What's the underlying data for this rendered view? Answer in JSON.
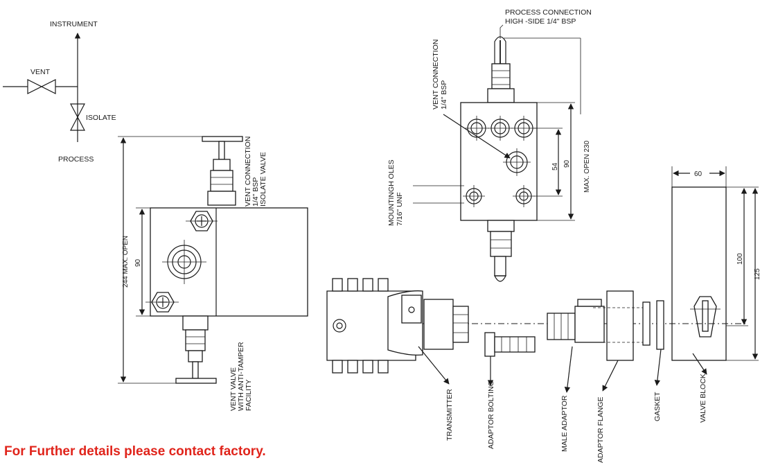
{
  "schematic": {
    "instrument": "INSTRUMENT",
    "vent": "VENT",
    "isolate": "ISOLATE",
    "process": "PROCESS"
  },
  "side_view": {
    "vent_connection": "VENT CONNECTION",
    "vent_connection_size": "1/4\" BSP",
    "isolate_valve": "ISOLATE VALVE",
    "dim_max_open": "244 MAX. OPEN",
    "dim_90": "90",
    "vent_valve_line1": "VENT VALVE",
    "vent_valve_line2": "WITH ANTI-TAMPER",
    "vent_valve_line3": "FACILITY"
  },
  "front_view": {
    "process_connection_line1": "PROCESS CONNECTION",
    "process_connection_line2": "HIGH -SIDE 1/4\" BSP",
    "vent_connection_line1": "VENT CONNECTION",
    "vent_connection_line2": "1/4\" BSP",
    "mounting_line1": "MOUNTINGH OLES",
    "mounting_line2": "7/16\" UNF",
    "dim_54": "54",
    "dim_90": "90",
    "dim_max_open": "MAX. OPEN 230"
  },
  "block_view": {
    "dim_60": "60",
    "dim_100": "100",
    "dim_125": "125"
  },
  "assembly": {
    "transmitter": "TRANSMITTER",
    "adaptor_bolting": "ADAPTOR BOLTING",
    "male_adaptor": "MALE ADAPTOR",
    "adaptor_flange": "ADAPTOR FLANGE",
    "gasket": "GASKET",
    "valve_block": "VALVE BLOCK"
  },
  "footer": {
    "note": "For Further details please contact factory."
  },
  "colors": {
    "line": "#1a1a1a",
    "footer": "#e0241b",
    "background": "#ffffff"
  }
}
